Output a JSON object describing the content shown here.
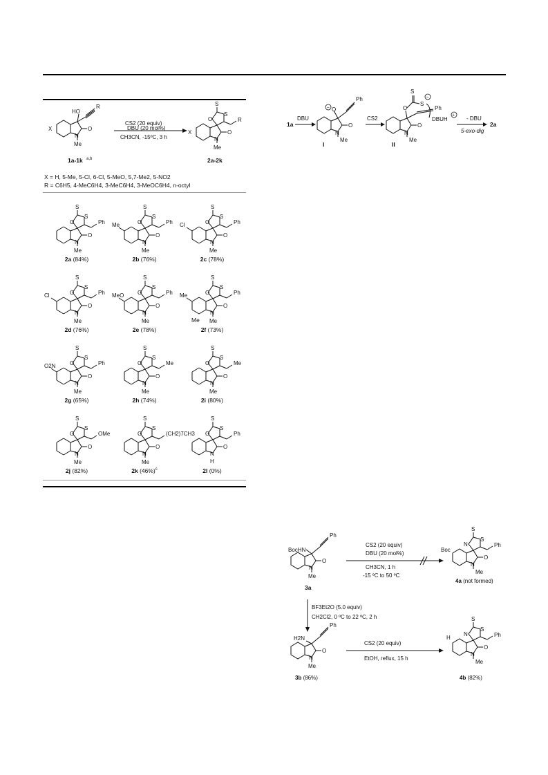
{
  "table": {
    "reaction": {
      "reagent_line1": "CS2 (20 equiv)",
      "reagent_line2": "DBU (20 mol%)",
      "reagent_line3": "CH3CN, -15ºC, 3 h",
      "reactant_label": "1a-1k",
      "reactant_sup": "a,b",
      "product_label": "2a-2k",
      "reactant_ho": "HO",
      "sub_r": "R",
      "sub_x": "X",
      "atom_n": "N",
      "atom_o": "O",
      "atom_s": "S",
      "me": "Me"
    },
    "x_list": "X = H, 5-Me, 5-Cl, 6-Cl, 5-MeO, 5,7-Me2, 5-NO2",
    "r_list": "R = C6H5, 4-MeC6H4, 3-MeC6H4, 3-MeOC6H4, n-octyl",
    "compounds": [
      {
        "id": "2a",
        "yield": "(84%)",
        "sub": "",
        "side": "Ph"
      },
      {
        "id": "2b",
        "yield": "(76%)",
        "sub": "Me",
        "side": "Ph"
      },
      {
        "id": "2c",
        "yield": "(78%)",
        "sub": "Cl",
        "side": "Ph"
      },
      {
        "id": "2d",
        "yield": "(76%)",
        "sub": "Cl",
        "side": "Ph"
      },
      {
        "id": "2e",
        "yield": "(78%)",
        "sub": "MeO",
        "side": "Ph"
      },
      {
        "id": "2f",
        "yield": "(73%)",
        "sub": "Me",
        "side": "Ph"
      },
      {
        "id": "2g",
        "yield": "(65%)",
        "sub": "O2N",
        "side": "Ph"
      },
      {
        "id": "2h",
        "yield": "(74%)",
        "sub": "",
        "side": "Me"
      },
      {
        "id": "2i",
        "yield": "(80%)",
        "sub": "",
        "side": "Me"
      },
      {
        "id": "2j",
        "yield": "(82%)",
        "sub": "",
        "side": "OMe"
      },
      {
        "id": "2k",
        "yield": "(46%)",
        "yield_sup": "c",
        "sub": "",
        "side": "(CH2)7CH3"
      },
      {
        "id": "2l",
        "yield": "(0%)",
        "sub": "",
        "side": "Ph",
        "nh": "H"
      }
    ],
    "extra_me": "Me"
  },
  "mechanism": {
    "start": "1a",
    "reagent1": "DBU",
    "reagent2": "CS2",
    "int1": "I",
    "int2": "II",
    "ph": "Ph",
    "dbuh": "DBUH",
    "minus_dbu": "- DBU",
    "cyclization": "5-exo-dig",
    "product": "2a"
  },
  "scheme2": {
    "sm": "3a",
    "boc_hn": "BocHN",
    "cond1_line1": "CS2 (20 equiv)",
    "cond1_line2": "DBU (20 mol%)",
    "cond1_line3": "CH3CN, 1 h",
    "cond1_line4": "-15 ºC to 50 ºC",
    "prod_fail": "4a (not formed)",
    "boc": "Boc",
    "cond2_line1": "BF3Et2O (5.0 equiv)",
    "cond2_line2": "CH2Cl2, 0 ºC to 22 ºC, 2 h",
    "amine": "3b (86%)",
    "h2n": "H2N",
    "cond3_line1": "CS2 (20 equiv)",
    "cond3_line2": "EtOH, reflux, 15 h",
    "prod_ok": "4b (82%)",
    "h_n": "H"
  }
}
